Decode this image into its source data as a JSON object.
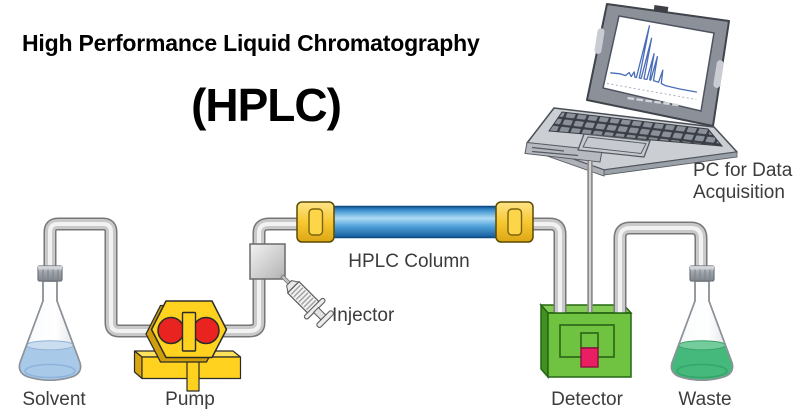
{
  "title": {
    "line1": "High Performance Liquid Chromatography",
    "line2": "(HPLC)"
  },
  "labels": {
    "solvent": "Solvent",
    "pump": "Pump",
    "injector": "Injector",
    "column": "HPLC Column",
    "detector": "Detector",
    "waste": "Waste",
    "pc_line1": "PC for Data",
    "pc_line2": "Acquisition"
  },
  "colors": {
    "pump_yellow": "#ffd21f",
    "pump_red": "#e82320",
    "column_cap_yellow": "#f7c832",
    "column_blue": "#3c90cf",
    "detector_green": "#6fc340",
    "detector_pink": "#ea1f63",
    "solvent_liquid": "#a9c9e8",
    "waste_liquid": "#44b97b",
    "laptop_gray": "#8b9099",
    "tube_silver": "#c9c9c9",
    "trace_blue": "#4a6db8",
    "label_text": "#3c3c3c"
  },
  "screen_chart": {
    "type": "line",
    "color": "#4a6db8",
    "points": [
      [
        0.04,
        0.78
      ],
      [
        0.14,
        0.77
      ],
      [
        0.2,
        0.78
      ],
      [
        0.23,
        0.73
      ],
      [
        0.26,
        0.78
      ],
      [
        0.28,
        0.71
      ],
      [
        0.3,
        0.78
      ],
      [
        0.315,
        0.78
      ],
      [
        0.33,
        0.06
      ],
      [
        0.345,
        0.78
      ],
      [
        0.365,
        0.78
      ],
      [
        0.38,
        0.22
      ],
      [
        0.395,
        0.78
      ],
      [
        0.425,
        0.78
      ],
      [
        0.44,
        0.42
      ],
      [
        0.455,
        0.78
      ],
      [
        0.465,
        0.78
      ],
      [
        0.48,
        0.45
      ],
      [
        0.495,
        0.78
      ],
      [
        0.55,
        0.79
      ],
      [
        0.565,
        0.62
      ],
      [
        0.58,
        0.8
      ],
      [
        0.63,
        0.82
      ],
      [
        0.78,
        0.83
      ],
      [
        0.96,
        0.83
      ]
    ],
    "axis": [
      [
        0.03,
        0.93
      ],
      [
        0.97,
        0.93
      ]
    ]
  }
}
